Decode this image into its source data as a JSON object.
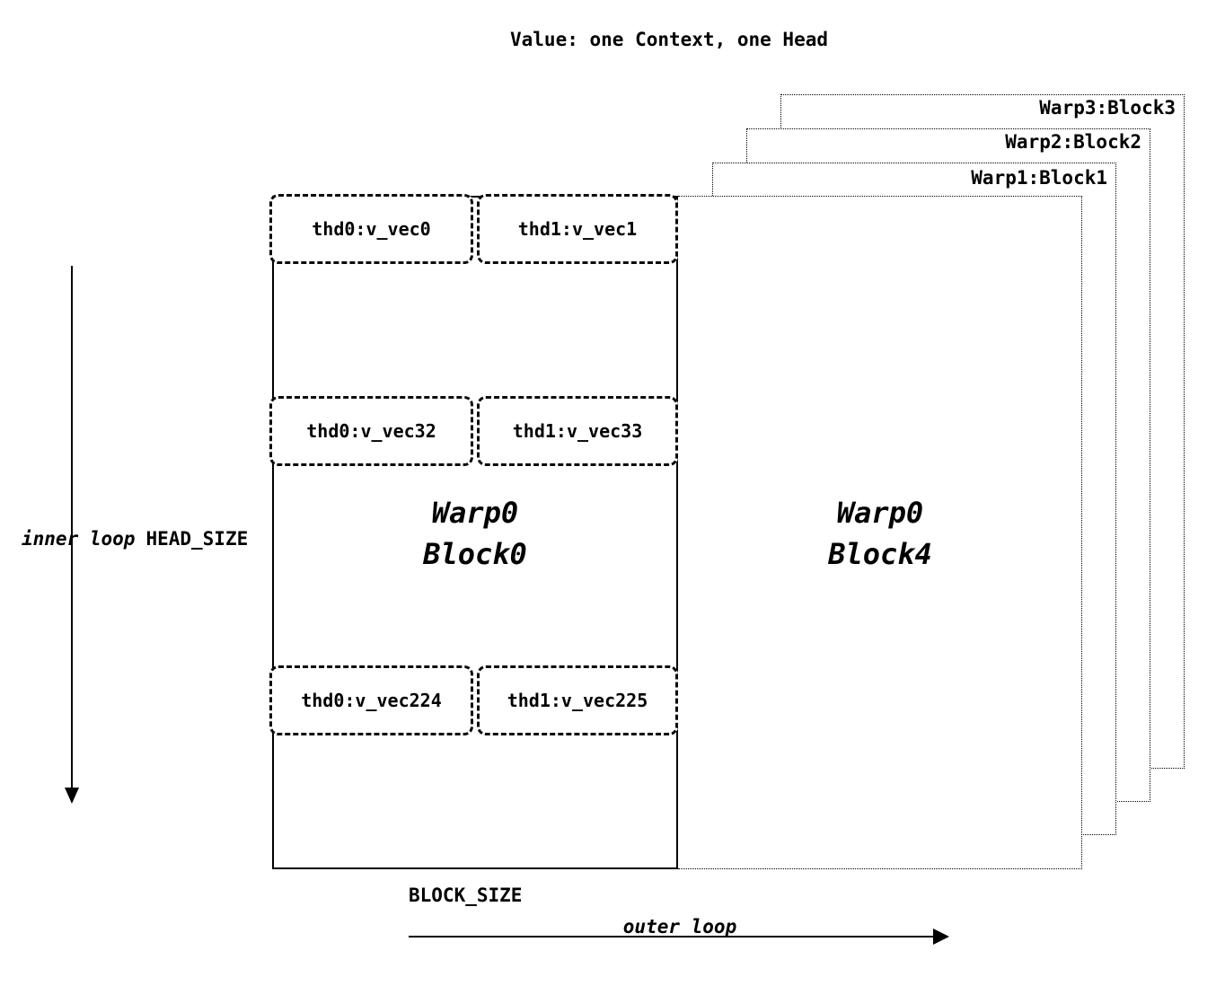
{
  "title": "Value: one Context, one Head",
  "stacked_blocks": {
    "warp3": "Warp3:Block3",
    "warp2": "Warp2:Block2",
    "warp1": "Warp1:Block1"
  },
  "block4": {
    "warp": "Warp0",
    "block": "Block4"
  },
  "block0": {
    "warp": "Warp0",
    "block": "Block0",
    "rows": [
      {
        "left": "thd0:v_vec0",
        "right": "thd1:v_vec1"
      },
      {
        "left": "thd0:v_vec32",
        "right": "thd1:v_vec33"
      },
      {
        "left": "thd0:v_vec224",
        "right": "thd1:v_vec225"
      }
    ]
  },
  "labels": {
    "inner_loop": "inner loop",
    "head_size": "HEAD_SIZE",
    "block_size": "BLOCK_SIZE",
    "outer_loop": "outer loop"
  }
}
